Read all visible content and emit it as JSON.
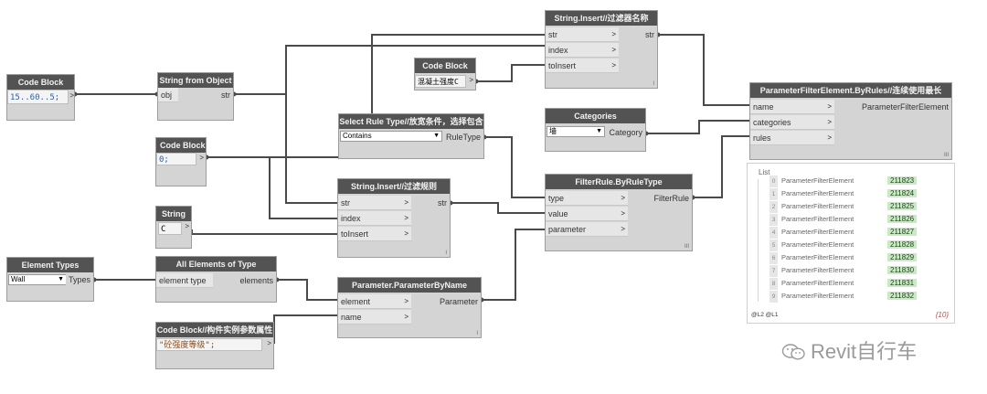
{
  "nodes": {
    "code_block_1": {
      "title": "Code Block",
      "code": "15..60..5;"
    },
    "string_from_object": {
      "title": "String from Object",
      "in_obj": "obj",
      "out_str": "str"
    },
    "code_block_2": {
      "title": "Code Block",
      "code": "0;"
    },
    "string_node": {
      "title": "String",
      "value": "C"
    },
    "element_types": {
      "title": "Element Types",
      "selected": "Wall",
      "out": "Types"
    },
    "all_elements": {
      "title": "All Elements of Type",
      "in": "element type",
      "out": "elements"
    },
    "code_block_3": {
      "title": "Code Block//构件实例参数属性",
      "code": "\"砼强度等级\";"
    },
    "select_rule_type": {
      "title": "Select Rule Type//放宽条件，选择包含",
      "selected": "Contains",
      "out": "RuleType"
    },
    "string_insert_2": {
      "title": "String.Insert//过滤规则",
      "in_str": "str",
      "in_index": "index",
      "in_toinsert": "toInsert",
      "out": "str"
    },
    "param_by_name": {
      "title": "Parameter.ParameterByName",
      "in_element": "element",
      "in_name": "name",
      "out": "Parameter"
    },
    "string_insert_1": {
      "title": "String.Insert//过滤器名称",
      "in_str": "str",
      "in_index": "index",
      "in_toinsert": "toInsert",
      "out": "str"
    },
    "code_block_4": {
      "title": "Code Block",
      "code": "混凝土强度C"
    },
    "categories": {
      "title": "Categories",
      "selected": "墙",
      "out": "Category"
    },
    "filter_rule": {
      "title": "FilterRule.ByRuleType",
      "in_type": "type",
      "in_value": "value",
      "in_parameter": "parameter",
      "out": "FilterRule"
    },
    "param_filter": {
      "title": "ParameterFilterElement.ByRules//连续使用最长",
      "in_name": "name",
      "in_categories": "categories",
      "in_rules": "rules",
      "out": "ParameterFilterElement"
    }
  },
  "lacing": {
    "single": "I",
    "cross": "III"
  },
  "preview": {
    "header": "List",
    "rows": [
      {
        "index": "0",
        "type": "ParameterFilterElement",
        "id": "211823"
      },
      {
        "index": "1",
        "type": "ParameterFilterElement",
        "id": "211824"
      },
      {
        "index": "2",
        "type": "ParameterFilterElement",
        "id": "211825"
      },
      {
        "index": "3",
        "type": "ParameterFilterElement",
        "id": "211826"
      },
      {
        "index": "4",
        "type": "ParameterFilterElement",
        "id": "211827"
      },
      {
        "index": "5",
        "type": "ParameterFilterElement",
        "id": "211828"
      },
      {
        "index": "6",
        "type": "ParameterFilterElement",
        "id": "211829"
      },
      {
        "index": "7",
        "type": "ParameterFilterElement",
        "id": "211830"
      },
      {
        "index": "8",
        "type": "ParameterFilterElement",
        "id": "211831"
      },
      {
        "index": "9",
        "type": "ParameterFilterElement",
        "id": "211832"
      }
    ],
    "levels": "@L2 @L1",
    "count": "{10}"
  },
  "watermark": {
    "text": "Revit自行车",
    "icon": "wechat-icon"
  },
  "colors": {
    "header": "#535353",
    "body": "#d4d4d4",
    "wire": "#4a4a4a",
    "value_green": "#c6edc0",
    "count_red": "#c0504d"
  }
}
